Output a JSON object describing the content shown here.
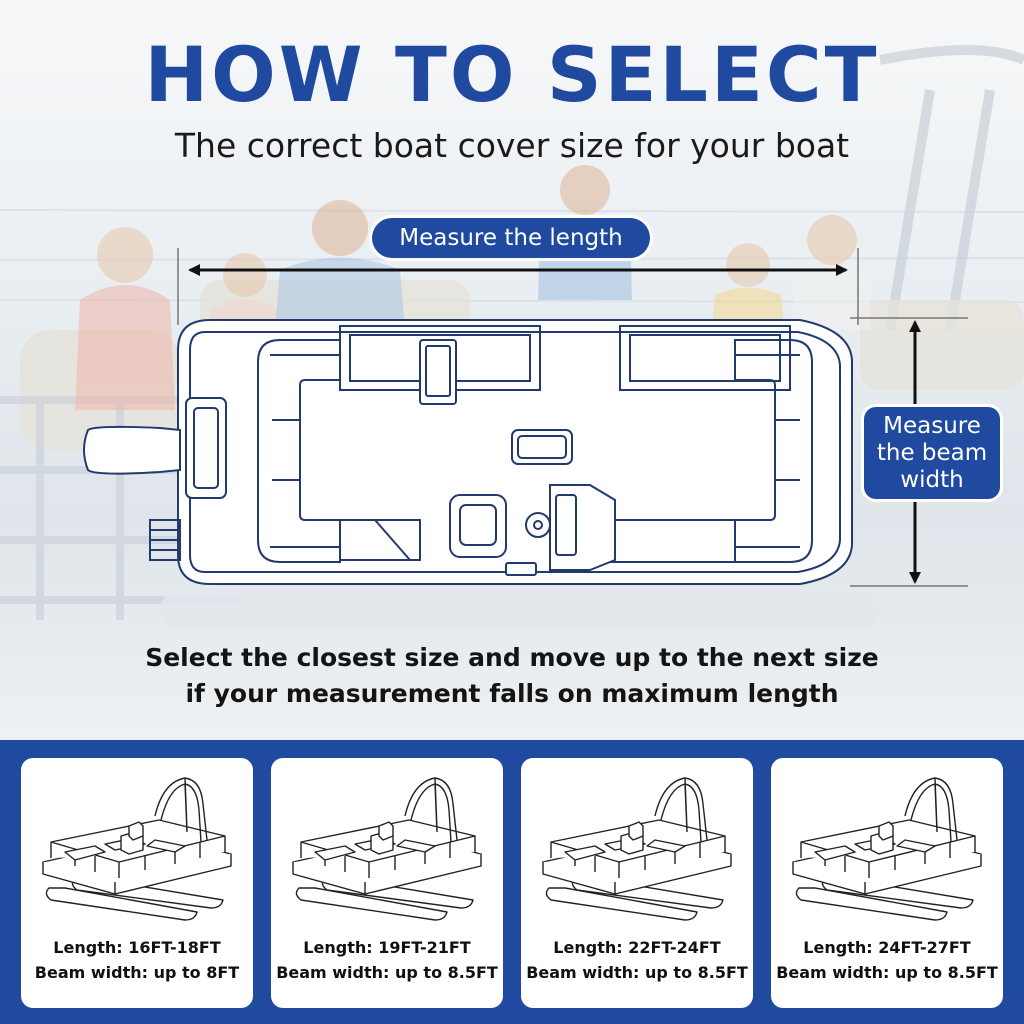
{
  "header": {
    "title": "HOW TO SELECT",
    "subtitle": "The correct boat cover size for your boat"
  },
  "diagram": {
    "length_label": "Measure the length",
    "beam_label_lines": [
      "Measure",
      "the beam",
      "width"
    ]
  },
  "instructions": {
    "line1": "Select the closest size and move up to the next size",
    "line2": "if your measurement falls on maximum length"
  },
  "sizes": [
    {
      "length": "Length: 16FT-18FT",
      "beam": "Beam width: up to 8FT"
    },
    {
      "length": "Length: 19FT-21FT",
      "beam": "Beam width: up to 8.5FT"
    },
    {
      "length": "Length: 22FT-24FT",
      "beam": "Beam width: up to 8.5FT"
    },
    {
      "length": "Length: 24FT-27FT",
      "beam": "Beam width: up to 8.5FT"
    }
  ],
  "colors": {
    "accent": "#1f4aa0",
    "outline": "#233a6e"
  }
}
